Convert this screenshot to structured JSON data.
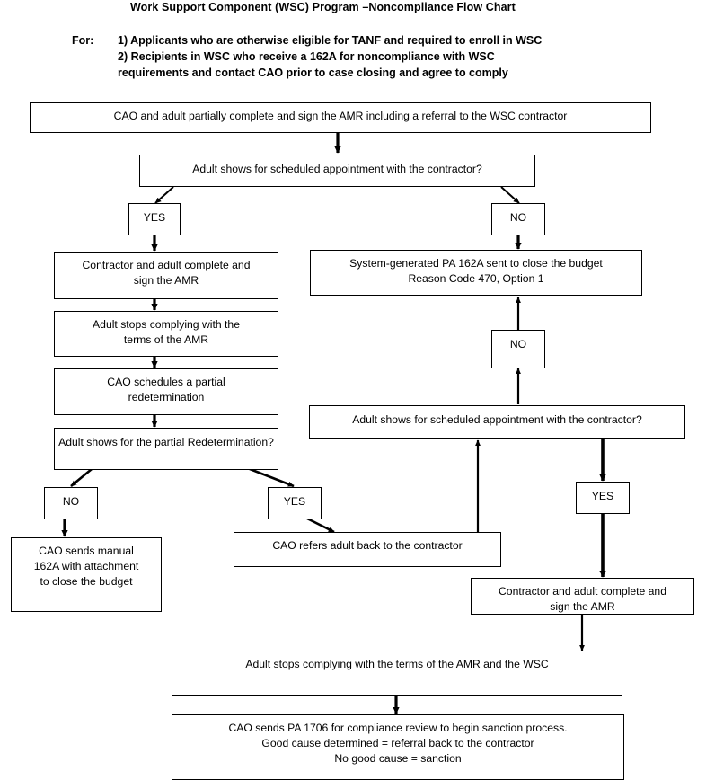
{
  "header": {
    "title": "Work Support Component (WSC) Program –Noncompliance Flow Chart",
    "for_label": "For:",
    "items": [
      "1) Applicants who are otherwise eligible for TANF and required to enroll in WSC",
      "2) Recipients in WSC who receive a 162A for noncompliance with WSC",
      "requirements and contact CAO prior to case closing and agree to comply"
    ]
  },
  "chart_data": {
    "type": "diagram",
    "title": "Work Support Component (WSC) Program –Noncompliance Flow Chart",
    "nodes": [
      {
        "id": "n1",
        "label": "CAO and adult partially complete and sign the AMR including a referral to the WSC contractor",
        "kind": "process"
      },
      {
        "id": "n2",
        "label": "Adult shows for scheduled appointment with the contractor?",
        "kind": "decision"
      },
      {
        "id": "n3",
        "label": "YES",
        "kind": "branch"
      },
      {
        "id": "n4",
        "label": "NO",
        "kind": "branch"
      },
      {
        "id": "n5",
        "label": "Contractor and adult complete and\nsign the AMR",
        "kind": "process"
      },
      {
        "id": "n6",
        "label": "System-generated PA 162A sent to close the budget\nReason Code 470, Option 1",
        "kind": "process"
      },
      {
        "id": "n7",
        "label": "Adult stops complying with the\nterms of the AMR",
        "kind": "process"
      },
      {
        "id": "n8",
        "label": "NO",
        "kind": "branch"
      },
      {
        "id": "n9",
        "label": "CAO schedules a partial\nredetermination",
        "kind": "process"
      },
      {
        "id": "n10",
        "label": "Adult shows for scheduled appointment with the contractor?",
        "kind": "decision"
      },
      {
        "id": "n11",
        "label": "Adult shows for the partial\nRedetermination?",
        "kind": "decision"
      },
      {
        "id": "n12",
        "label": "NO",
        "kind": "branch"
      },
      {
        "id": "n13",
        "label": "YES",
        "kind": "branch"
      },
      {
        "id": "n14",
        "label": "YES",
        "kind": "branch"
      },
      {
        "id": "n15",
        "label": "CAO sends manual\n162A with attachment\nto close the budget",
        "kind": "process"
      },
      {
        "id": "n16",
        "label": "CAO refers adult back to the contractor",
        "kind": "process"
      },
      {
        "id": "n17",
        "label": "Contractor and adult complete and\nsign the AMR",
        "kind": "process"
      },
      {
        "id": "n18",
        "label": "Adult stops complying with the terms of the AMR and the WSC",
        "kind": "process"
      },
      {
        "id": "n19",
        "label": "CAO sends PA 1706 for compliance review to begin sanction process.\nGood cause determined = referral back to the contractor\nNo good cause = sanction",
        "kind": "process"
      }
    ],
    "edges": [
      {
        "from": "n1",
        "to": "n2"
      },
      {
        "from": "n2",
        "to": "n3",
        "label": "YES"
      },
      {
        "from": "n2",
        "to": "n4",
        "label": "NO"
      },
      {
        "from": "n3",
        "to": "n5"
      },
      {
        "from": "n4",
        "to": "n6"
      },
      {
        "from": "n5",
        "to": "n7"
      },
      {
        "from": "n7",
        "to": "n9"
      },
      {
        "from": "n9",
        "to": "n11"
      },
      {
        "from": "n8",
        "to": "n6"
      },
      {
        "from": "n10",
        "to": "n8",
        "label": "NO"
      },
      {
        "from": "n10",
        "to": "n14",
        "label": "YES"
      },
      {
        "from": "n11",
        "to": "n12",
        "label": "NO"
      },
      {
        "from": "n11",
        "to": "n13",
        "label": "YES"
      },
      {
        "from": "n12",
        "to": "n15"
      },
      {
        "from": "n13",
        "to": "n16"
      },
      {
        "from": "n16",
        "to": "n10"
      },
      {
        "from": "n14",
        "to": "n17"
      },
      {
        "from": "n17",
        "to": "n18"
      },
      {
        "from": "n18",
        "to": "n19"
      }
    ],
    "colors": {
      "stroke": "#000000",
      "fill": "#ffffff",
      "text": "#000000"
    }
  }
}
